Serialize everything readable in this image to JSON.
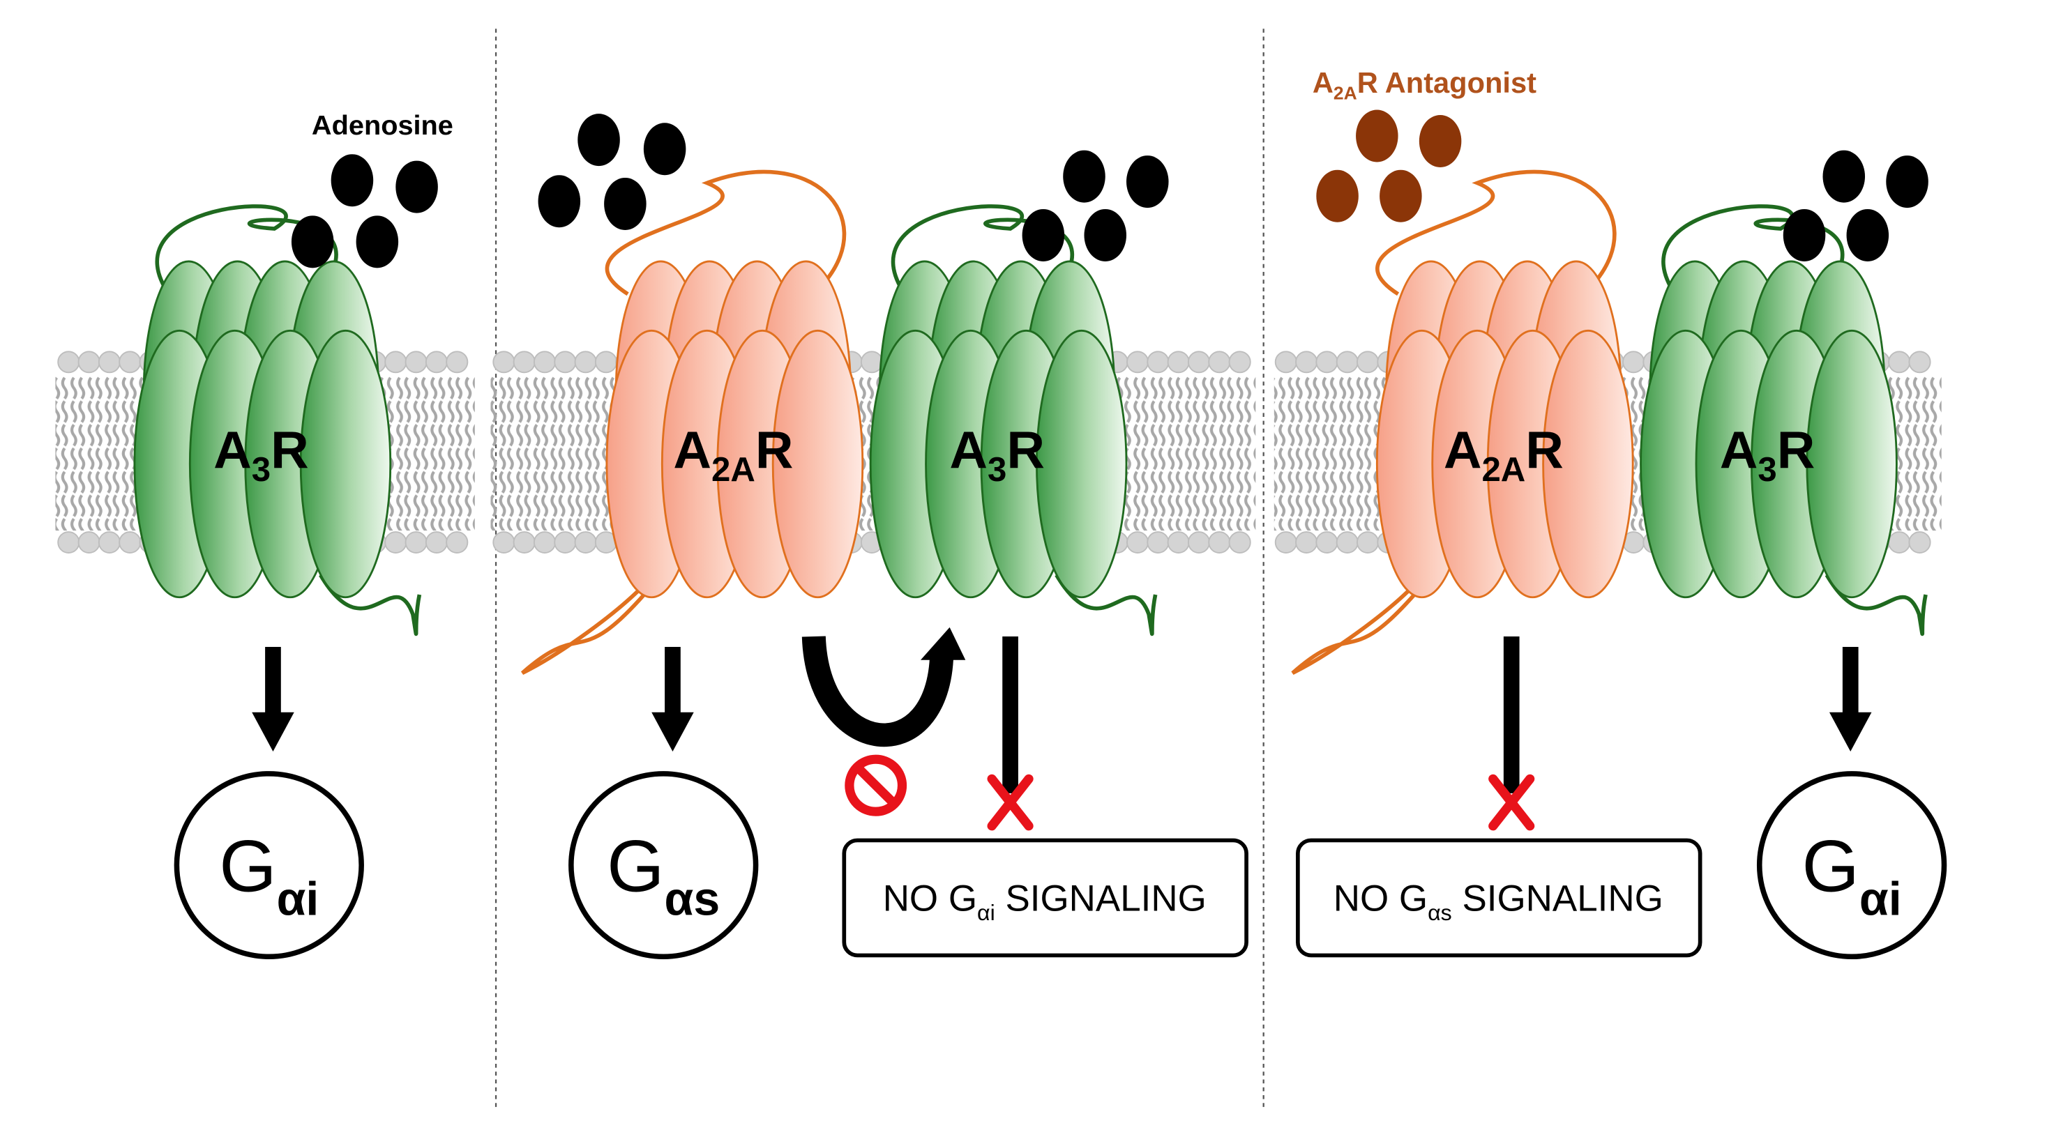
{
  "colors": {
    "a3_fill_dark": "#3f9a4a",
    "a3_fill_light": "#e6f4e6",
    "a3_stroke": "#1f6a1f",
    "a2a_fill_dark": "#f7a58e",
    "a2a_fill_light": "#fde4dc",
    "a2a_stroke": "#e0701e",
    "adenosine": "#000000",
    "antagonist": "#8b3508",
    "membrane_head": "#d4d4d4",
    "membrane_tail": "#a8a8a8",
    "block_red": "#e8131b",
    "antagonist_label": "#b0521c"
  },
  "labels": {
    "adenosine": "Adenosine",
    "antagonist_prefix": "A",
    "antagonist_sub": "2A",
    "antagonist_suffix": "R Antagonist"
  },
  "receptors": [
    {
      "id": "panel1-a3r",
      "type": "A3R",
      "main": "A",
      "sub": "3",
      "tail": "R"
    },
    {
      "id": "panel2-a2ar",
      "type": "A2AR",
      "main": "A",
      "sub": "2A",
      "tail": "R"
    },
    {
      "id": "panel2-a3r",
      "type": "A3R",
      "main": "A",
      "sub": "3",
      "tail": "R"
    },
    {
      "id": "panel3-a2ar",
      "type": "A2AR",
      "main": "A",
      "sub": "2A",
      "tail": "R"
    },
    {
      "id": "panel3-a3r",
      "type": "A3R",
      "main": "A",
      "sub": "3",
      "tail": "R"
    }
  ],
  "gproteins": [
    {
      "id": "panel1-gai",
      "main": "G",
      "sub": "αi"
    },
    {
      "id": "panel2-gas",
      "main": "G",
      "sub": "αs"
    },
    {
      "id": "panel3-gai",
      "main": "G",
      "sub": "αi"
    }
  ],
  "signal_boxes": [
    {
      "id": "panel2-no-gai",
      "pre": "NO G",
      "sub": "αi",
      "post": " SIGNALING"
    },
    {
      "id": "panel3-no-gas",
      "pre": "NO G",
      "sub": "αs",
      "post": " SIGNALING"
    }
  ]
}
